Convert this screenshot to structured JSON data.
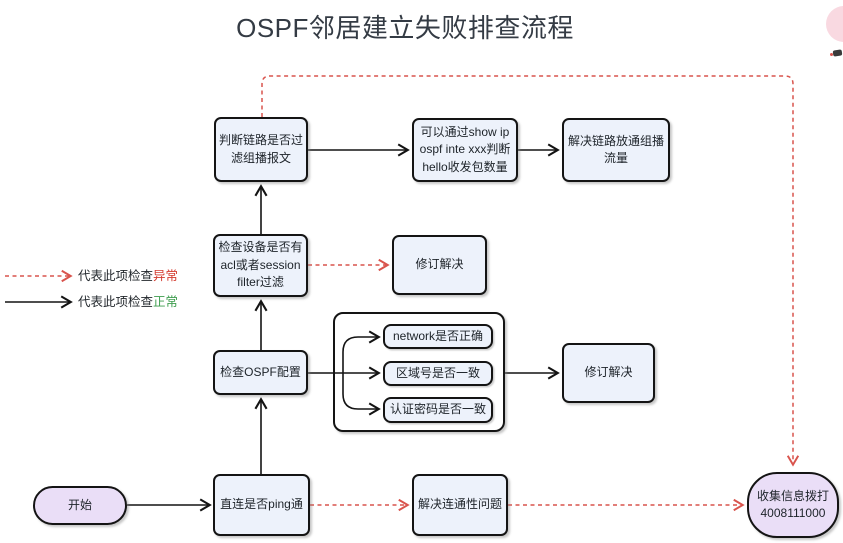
{
  "title": "OSPF邻居建立失败排查流程",
  "legend": {
    "abnormal": {
      "prefix": "代表此项检查",
      "word": "异常"
    },
    "normal": {
      "prefix": "代表此项检查",
      "word": "正常"
    }
  },
  "nodes": {
    "start": "开始",
    "ping": "直连是否ping通",
    "connectivity": "解决连通性问题",
    "collect": "收集信息拨打\n4008111000",
    "ospf_config": "检查OSPF配置",
    "network_check": "network是否正确",
    "area_check": "区域号是否一致",
    "auth_check": "认证密码是否一致",
    "revise_config": "修订解决",
    "device_filter": "检查设备是否有\nacl或者session\nfilter过滤",
    "revise_filter": "修订解决",
    "link_filter": "判断链路是否过\n滤组播报文",
    "show_cmd": "可以通过show ip\nospf inte xxx判断\nhello收发包数量",
    "solve_link": "解决链路放通组播\n流量"
  },
  "colors": {
    "border": "#141414",
    "box_fill": "#edf2fb",
    "ellipse_fill": "#eadef7",
    "red_line": "#d9544d",
    "abnormal_red": "#d43c30",
    "normal_green": "#3f9e4f",
    "title_color": "#343b44",
    "widget_pink": "#f9d9e1"
  }
}
